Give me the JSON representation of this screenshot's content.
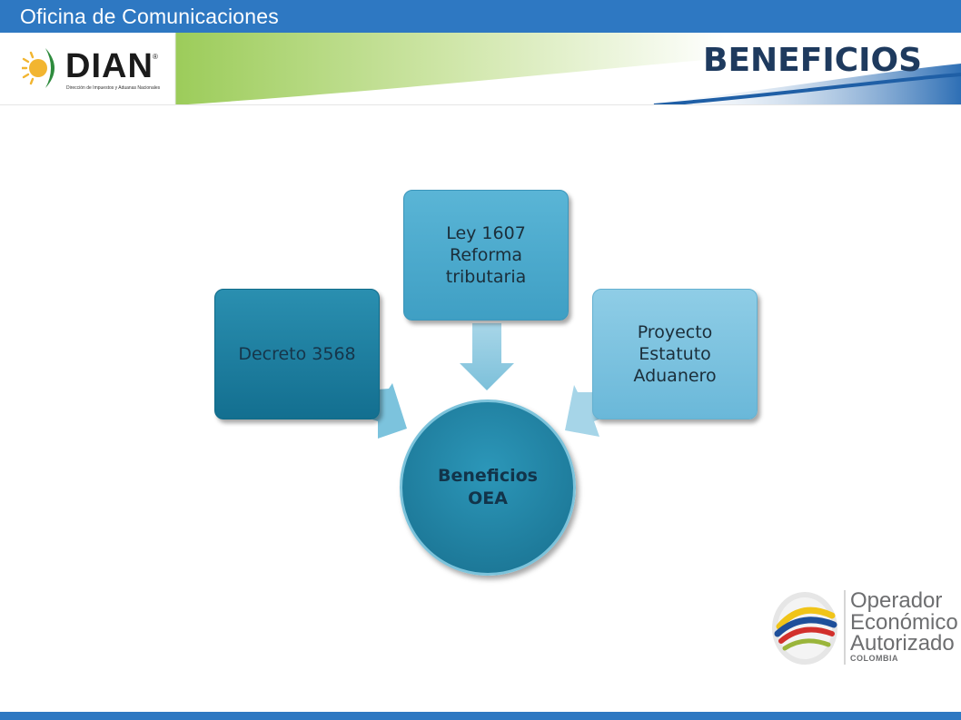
{
  "topbar": {
    "title": "Oficina de Comunicaciones"
  },
  "header": {
    "logo_text": "DIAN",
    "logo_subtitle": "Dirección de Impuestos y Aduanas Nacionales",
    "page_title": "BENEFICIOS"
  },
  "diagram": {
    "center": "Beneficios\nOEA",
    "nodes": [
      {
        "label": "Decreto 3568"
      },
      {
        "label": "Ley 1607\nReforma\ntributaria"
      },
      {
        "label": "Proyecto\nEstatuto\nAduanero"
      }
    ]
  },
  "oea_logo": {
    "line1": "Operador",
    "line2": "Económico",
    "line3": "Autorizado",
    "country": "COLOMBIA"
  },
  "colors": {
    "bar_blue": "#2e78c2",
    "node_dark": "#136f90",
    "node_mid": "#3f9fc4",
    "node_light": "#6ab8d9",
    "title_navy": "#1e3a5e"
  }
}
